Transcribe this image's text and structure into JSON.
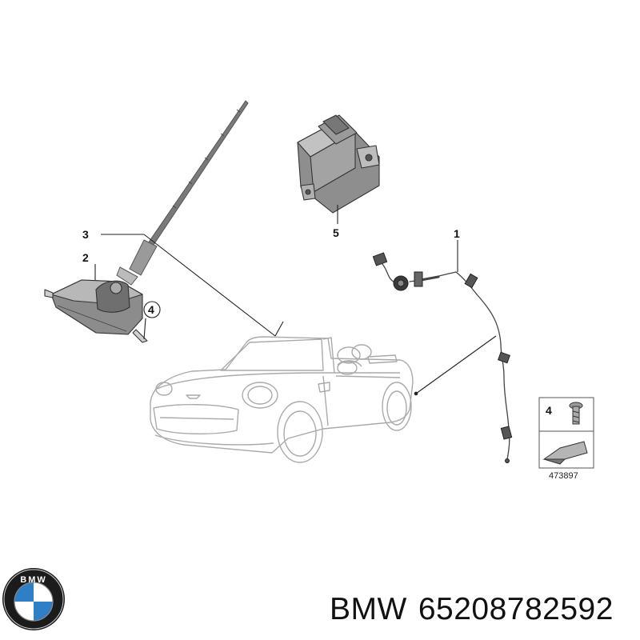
{
  "callouts": {
    "c1": "1",
    "c2": "2",
    "c3": "3",
    "c4": "4",
    "c5": "5"
  },
  "legend": {
    "label": "4",
    "catalog_number": "473897"
  },
  "logo": {
    "text": "BMW",
    "colors": {
      "blue": "#2f7fc6",
      "ring": "#1b1b1b",
      "white": "#ffffff"
    }
  },
  "caption": {
    "brand": "BMW",
    "part_number": "65208782592"
  }
}
